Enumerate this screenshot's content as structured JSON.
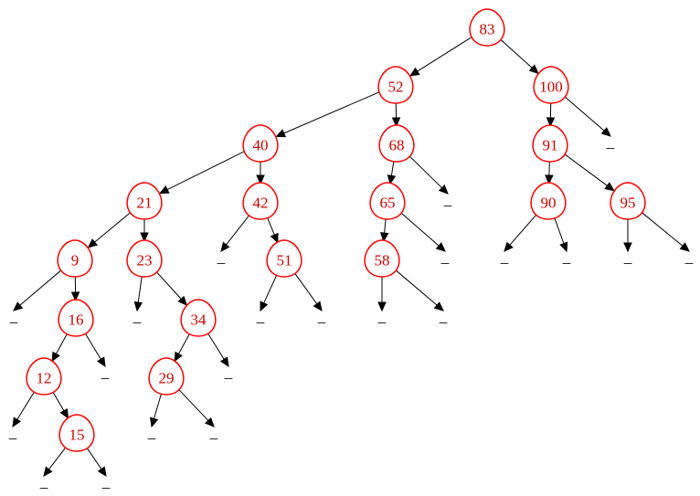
{
  "tree": {
    "nil_symbol": "_",
    "colors": {
      "node_stroke": "#ff0000",
      "node_text": "#d40000",
      "edge": "#000000"
    },
    "nodes": [
      {
        "id": "n83",
        "label": "83",
        "left": "n52",
        "right": "n100"
      },
      {
        "id": "n52",
        "label": "52",
        "left": "n40",
        "right": "n68"
      },
      {
        "id": "n100",
        "label": "100",
        "left": "n91",
        "right": null
      },
      {
        "id": "n40",
        "label": "40",
        "left": "n21",
        "right": "n42"
      },
      {
        "id": "n68",
        "label": "68",
        "left": "n65",
        "right": null
      },
      {
        "id": "n91",
        "label": "91",
        "left": "n90",
        "right": "n95"
      },
      {
        "id": "n21",
        "label": "21",
        "left": "n9",
        "right": "n23"
      },
      {
        "id": "n42",
        "label": "42",
        "left": null,
        "right": "n51"
      },
      {
        "id": "n65",
        "label": "65",
        "left": "n58",
        "right": null
      },
      {
        "id": "n90",
        "label": "90",
        "left": null,
        "right": null
      },
      {
        "id": "n95",
        "label": "95",
        "left": null,
        "right": null
      },
      {
        "id": "n9",
        "label": "9",
        "left": null,
        "right": "n16"
      },
      {
        "id": "n23",
        "label": "23",
        "left": null,
        "right": "n34"
      },
      {
        "id": "n51",
        "label": "51",
        "left": null,
        "right": null
      },
      {
        "id": "n58",
        "label": "58",
        "left": null,
        "right": null
      },
      {
        "id": "n16",
        "label": "16",
        "left": "n12",
        "right": null
      },
      {
        "id": "n34",
        "label": "34",
        "left": "n29",
        "right": null
      },
      {
        "id": "n12",
        "label": "12",
        "left": null,
        "right": "n15"
      },
      {
        "id": "n29",
        "label": "29",
        "left": null,
        "right": null
      },
      {
        "id": "n15",
        "label": "15",
        "left": null,
        "right": null
      }
    ]
  }
}
